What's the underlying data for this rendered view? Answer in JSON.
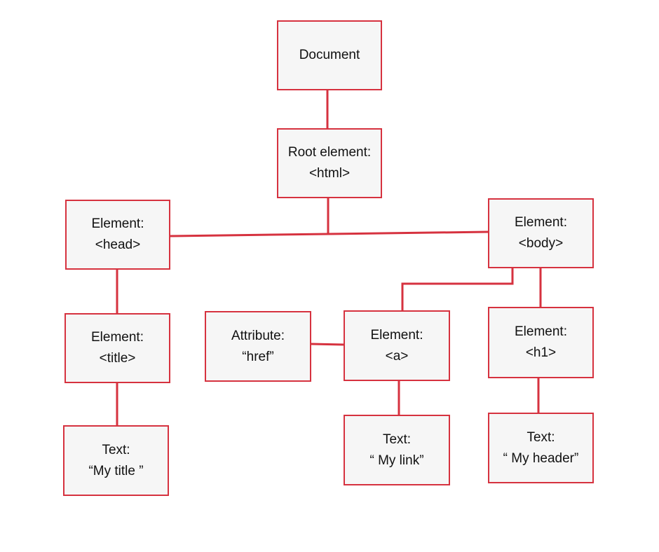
{
  "colors": {
    "border": "#d6323f",
    "box_fill": "#f6f6f6",
    "connector": "#d6323f",
    "text": "#111111"
  },
  "nodes": {
    "document": {
      "line1": "Document"
    },
    "root": {
      "line1": "Root element:",
      "line2": "<html>"
    },
    "head": {
      "line1": "Element:",
      "line2": "<head>"
    },
    "body": {
      "line1": "Element:",
      "line2": "<body>"
    },
    "title": {
      "line1": "Element:",
      "line2": "<title>"
    },
    "attribute": {
      "line1": "Attribute:",
      "line2": "“href”"
    },
    "anchor": {
      "line1": "Element:",
      "line2": "<a>"
    },
    "h1": {
      "line1": "Element:",
      "line2": "<h1>"
    },
    "text_title": {
      "line1": "Text:",
      "line2": "“My title ”"
    },
    "text_link": {
      "line1": "Text:",
      "line2": "“ My link”"
    },
    "text_header": {
      "line1": "Text:",
      "line2": "“ My header”"
    }
  }
}
